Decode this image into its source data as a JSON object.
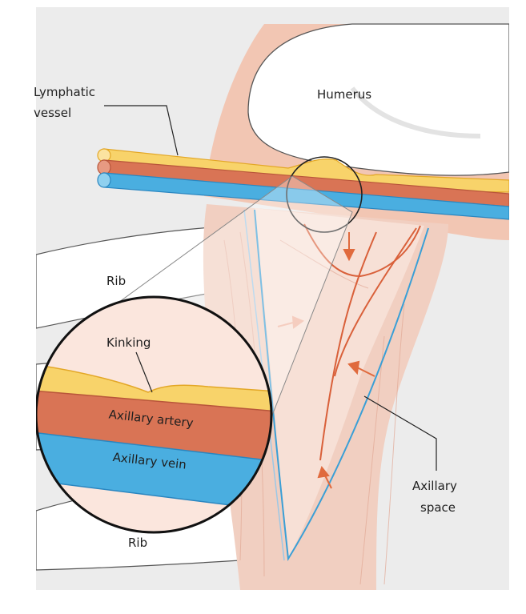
{
  "labels": {
    "lymphatic_line1": "Lymphatic",
    "lymphatic_line2": "vessel",
    "humerus": "Humerus",
    "rib_upper": "Rib",
    "rib_lower": "Rib",
    "kinking": "Kinking",
    "axillary_artery": "Axillary artery",
    "axillary_vein": "Axillary vein",
    "axillary_space_line1": "Axillary",
    "axillary_space_line2": "space"
  },
  "colors": {
    "background_panel": "#ececec",
    "lymphatic": "#f8d36a",
    "artery": "#d97455",
    "vein": "#4aaee0",
    "muscle": "#f1cfc1",
    "bone": "#ffffff",
    "arrow": "#e06a3d"
  }
}
